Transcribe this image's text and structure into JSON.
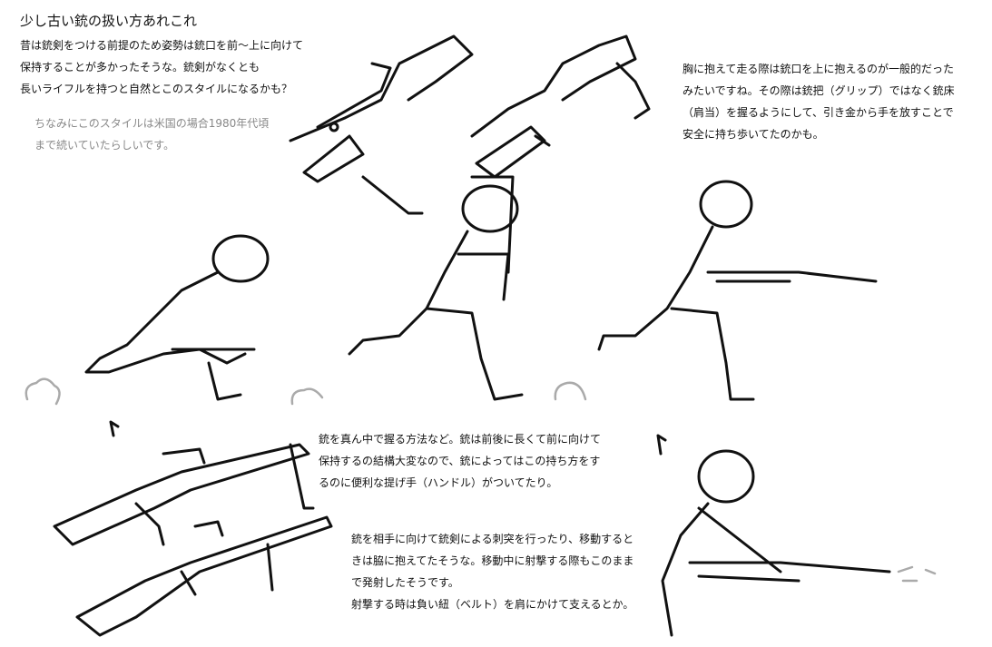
{
  "title": "少し古い銃の扱い方あれこれ",
  "intro": {
    "lines": [
      "昔は銃剣をつける前提のため姿勢は銃口を前～上に向けて",
      "保持することが多かったそうな。銃剣がなくとも",
      "長いライフルを持つと自然とこのスタイルになるかも？"
    ]
  },
  "note": {
    "lines": [
      "ちなみにこのスタイルは米国の場合1980年代頃",
      "まで続いていたらしいです。"
    ]
  },
  "chest_carry": {
    "lines": [
      "胸に抱えて走る際は銃口を上に抱えるのが一般的だった",
      "みたいですね。その際は銃把（グリップ）ではなく銃床",
      "（肩当）を握るようにして、引き金から手を放すことで",
      "安全に持ち歩いてたのかも。"
    ]
  },
  "middle_grip": {
    "lines": [
      "銃を真ん中で握る方法など。銃は前後に長くて前に向けて",
      "保持するの結構大変なので、銃によってはこの持ち方をす",
      "るのに便利な提げ手（ハンドル）がついてたり。"
    ]
  },
  "hip_carry": {
    "lines": [
      "銃を相手に向けて銃剣による刺突を行ったり、移動すると",
      "きは脇に抱えてたそうな。移動中に射撃する際もこのまま",
      "で発射したそうです。",
      "射撃する時は負い紐（ベルト）を肩にかけて支えるとか。"
    ]
  }
}
